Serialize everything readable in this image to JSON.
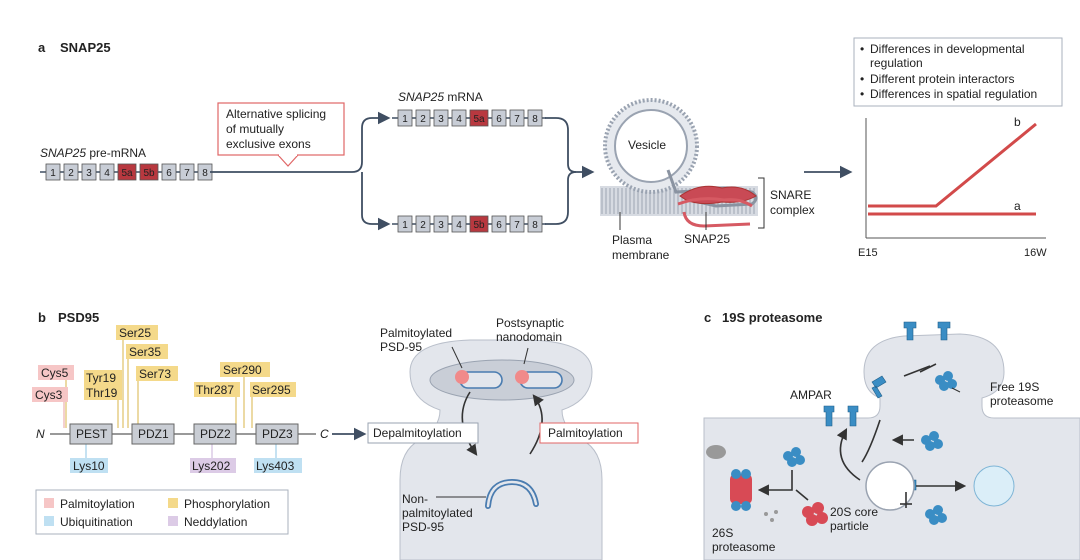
{
  "panel_a": {
    "letter": "a",
    "title": "SNAP25",
    "pre_mrna_gene": "SNAP25",
    "pre_mrna_suffix": " pre-mRNA",
    "mrna_gene": "SNAP25",
    "mrna_suffix": " mRNA",
    "pre_exons": [
      "1",
      "2",
      "3",
      "4",
      "5a",
      "5b",
      "6",
      "7",
      "8"
    ],
    "top_exons": [
      "1",
      "2",
      "3",
      "4",
      "5a",
      "6",
      "7",
      "8"
    ],
    "bottom_exons": [
      "1",
      "2",
      "3",
      "4",
      "5b",
      "6",
      "7",
      "8"
    ],
    "splice_callout": [
      "Alternative splicing",
      "of mutually",
      "exclusive exons"
    ],
    "vesicle": "Vesicle",
    "snare": [
      "SNARE",
      "complex"
    ],
    "snap25": "SNAP25",
    "plasma": [
      "Plasma",
      "membrane"
    ],
    "bullets": [
      [
        "Differences in developmental",
        "regulation"
      ],
      [
        "Different protein interactors"
      ],
      [
        "Differences in spatial regulation"
      ]
    ],
    "graph": {
      "line_b": "b",
      "line_a": "a",
      "x_start": "E15",
      "x_end": "16W"
    },
    "colors": {
      "exon_fill": "#c8cdd6",
      "exon_alt": "#b8383f",
      "line": "#d24a4a",
      "callout": "#e06666"
    }
  },
  "panel_b": {
    "letter": "b",
    "title": "PSD95",
    "n": "N",
    "c": "C",
    "domains": [
      "PEST",
      "PDZ1",
      "PDZ2",
      "PDZ3"
    ],
    "ptms": {
      "cys5": "Cys5",
      "cys3": "Cys3",
      "tyr19": "Tyr19",
      "thr19": "Thr19",
      "ser25": "Ser25",
      "ser35": "Ser35",
      "ser73": "Ser73",
      "ser290": "Ser290",
      "thr287": "Thr287",
      "ser295": "Ser295",
      "lys10": "Lys10",
      "lys202": "Lys202",
      "lys403": "Lys403"
    },
    "legend": {
      "palm": "Palmitoylation",
      "phos": "Phosphorylation",
      "ubiq": "Ubiquitination",
      "nedd": "Neddylation"
    },
    "depalm": "Depalmitoylation",
    "palm": "Palmitoylation",
    "palmitoylated": [
      "Palmitoylated",
      "PSD-95"
    ],
    "postsyn": [
      "Postsynaptic",
      "nanodomain"
    ],
    "nonpalm": [
      "Non-",
      "palmitoylated",
      "PSD-95"
    ],
    "colors": {
      "pink": "#f6c6c6",
      "yellow": "#f4d98a",
      "blue": "#bfe0f2",
      "purple": "#dccbe6"
    }
  },
  "panel_c": {
    "letter": "c",
    "title": "19S proteasome",
    "ampar": "AMPAR",
    "free19s": [
      "Free 19S",
      "proteasome"
    ],
    "core20s": [
      "20S core",
      "particle"
    ],
    "p26s": [
      "26S",
      "proteasome"
    ]
  }
}
